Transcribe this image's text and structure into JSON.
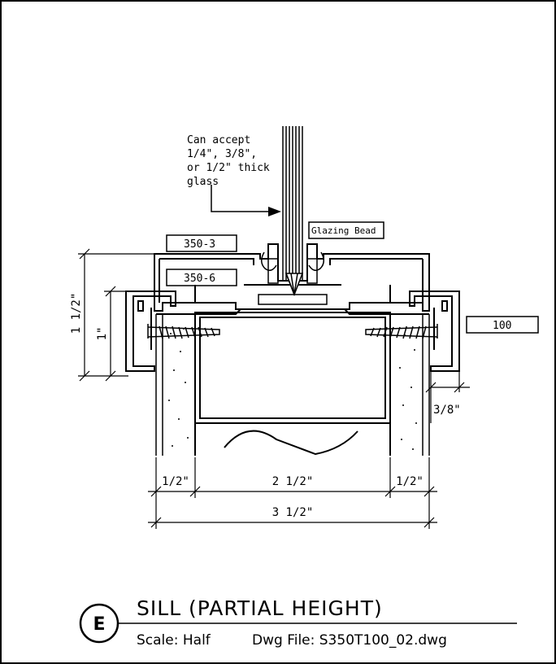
{
  "callout": {
    "lines": [
      "Can accept",
      "1/4\", 3/8\",",
      "or 1/2\" thick",
      "glass"
    ]
  },
  "labels": {
    "glazing_bead": "Glazing Bead",
    "part_350_3": "350-3",
    "part_350_6": "350-6",
    "part_100": "100"
  },
  "dimensions": {
    "height_overall": "1 1/2\"",
    "height_inner": "1\"",
    "side_gap": "3/8\"",
    "left_half": "1/2\"",
    "center": "2 1/2\"",
    "right_half": "1/2\"",
    "overall_width": "3 1/2\""
  },
  "title_block": {
    "detail_mark": "E",
    "title": "SILL (PARTIAL HEIGHT)",
    "scale": "Scale: Half",
    "dwg_file": "Dwg File: S350T100_02.dwg"
  }
}
